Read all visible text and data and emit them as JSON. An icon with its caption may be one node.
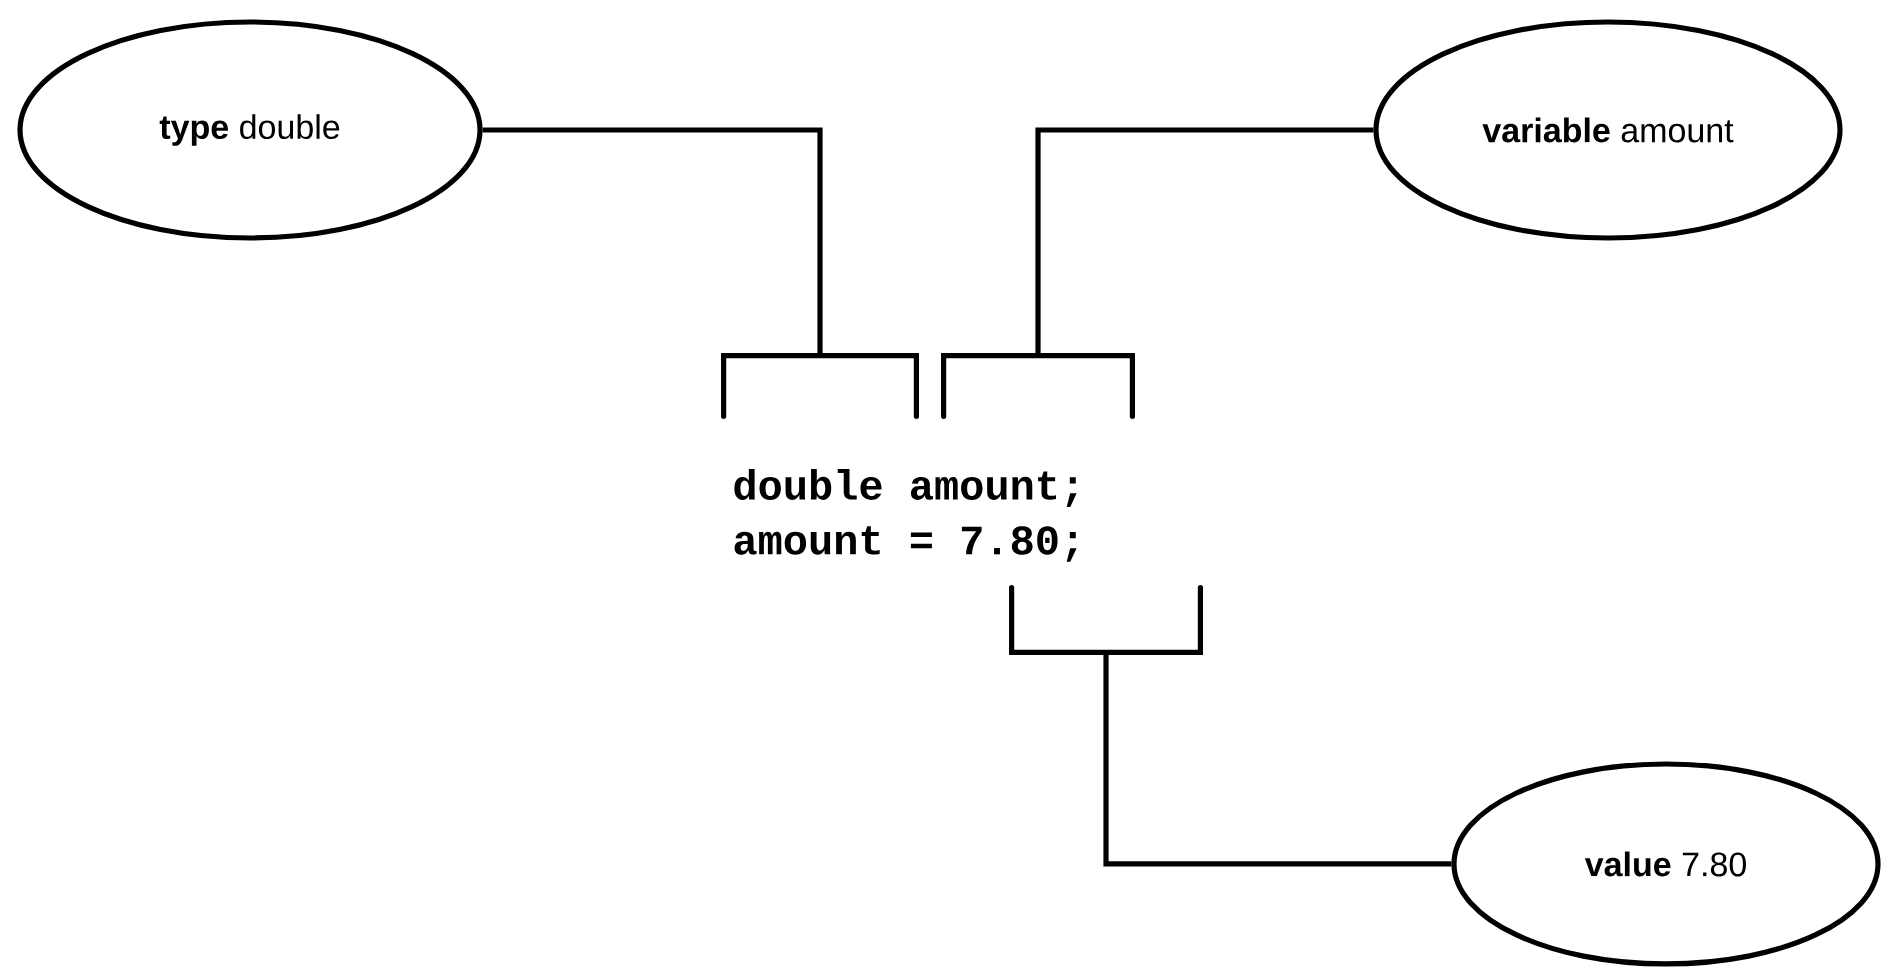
{
  "diagram": {
    "nodes": [
      {
        "text": [
          "**type** double"
        ]
      },
      {
        "text": [
          "**variable** amount"
        ]
      },
      {
        "text": [
          "**value** 7.80"
        ]
      },
      {
        "text": [],
        "shape": "bracket"
      },
      {
        "text": [],
        "shape": "bracket"
      },
      {
        "text": [],
        "shape": "bracket"
      }
    ],
    "edges": [
      {
        "from": 0,
        "to": 3,
        "arrow": "none"
      },
      {
        "from": 1,
        "to": 4,
        "arrow": "none"
      },
      {
        "from": 2,
        "to": 5,
        "arrow": "none"
      }
    ],
    "labels": [
      "double amount;",
      "amount = 7.80;"
    ]
  }
}
